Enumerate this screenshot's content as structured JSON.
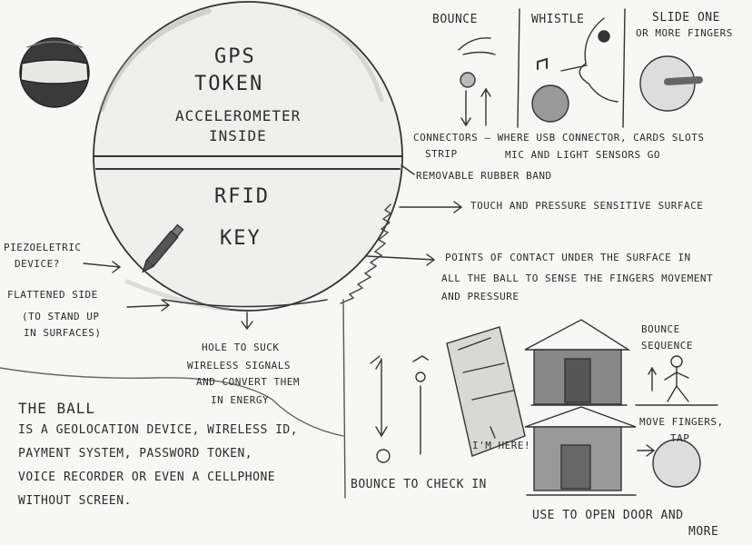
{
  "ball": {
    "top_label_1": "GPS",
    "top_label_2": "TOKEN",
    "top_label_3": "ACCELEROMETER",
    "top_label_4": "INSIDE",
    "bottom_label_1": "RFID",
    "bottom_label_2": "KEY"
  },
  "annotations": {
    "connectors": "CONNECTORS — WHERE USB CONNECTOR, CARDS SLOTS",
    "strip": "STRIP",
    "mic": "MIC AND LIGHT SENSORS GO",
    "rubber_band": "REMOVABLE RUBBER BAND",
    "touch": "TOUCH AND PRESSURE SENSITIVE SURFACE",
    "points_1": "POINTS OF CONTACT UNDER THE SURFACE IN",
    "points_2": "ALL THE BALL TO SENSE THE FINGERS MOVEMENT",
    "points_3": "AND PRESSURE",
    "piezo_1": "PIEZOELETRIC",
    "piezo_2": "DEVICE?",
    "flat_1": "FLATTENED SIDE",
    "flat_2": "(TO STAND UP",
    "flat_3": "IN SURFACES)",
    "hole_1": "HOLE TO SUCK",
    "hole_2": "WIRELESS SIGNALS",
    "hole_3": "AND CONVERT THEM",
    "hole_4": "IN      ENERGY"
  },
  "gestures": {
    "bounce": "BOUNCE",
    "whistle": "WHISTLE",
    "slide_1": "SLIDE ONE",
    "slide_2": "OR MORE FINGERS"
  },
  "description": {
    "title": "THE BALL",
    "line_1": "IS A GEOLOCATION DEVICE, WIRELESS ID,",
    "line_2": "PAYMENT SYSTEM, PASSWORD TOKEN,",
    "line_3": "VOICE RECORDER OR EVEN A CELLPHONE",
    "line_4": "WITHOUT SCREEN."
  },
  "scenes": {
    "im_here": "I'M HERE!",
    "bounce_check_in": "BOUNCE TO CHECK IN",
    "bounce_seq_1": "BOUNCE",
    "bounce_seq_2": "SEQUENCE",
    "move_fingers_1": "MOVE FINGERS,",
    "move_fingers_2": "TAP",
    "open_door_1": "USE TO OPEN DOOR AND",
    "open_door_2": "MORE"
  }
}
